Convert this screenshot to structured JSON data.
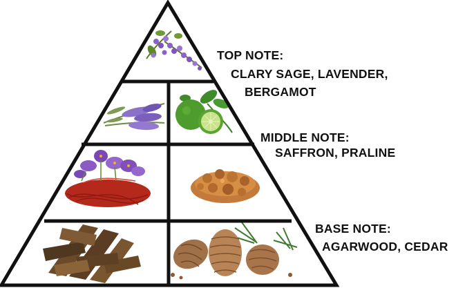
{
  "pyramid": {
    "tiers": [
      {
        "heading": "TOP NOTE:",
        "lines": [
          "CLARY SAGE, LAVENDER,",
          "BERGAMOT"
        ],
        "images": [
          "clary-sage-sprig"
        ]
      },
      {
        "heading": "MIDDLE NOTE:",
        "lines": [
          "SAFFRON, PRALINE"
        ],
        "images": [
          "lavender-sprig",
          "bergamot-fruit"
        ]
      },
      {
        "heading": "",
        "lines": [],
        "images": [
          "saffron-crocus-threads",
          "praline-cookie"
        ]
      },
      {
        "heading": "BASE NOTE:",
        "lines": [
          "AGARWOOD, CEDAR"
        ],
        "images": [
          "agarwood-chips",
          "cedar-pine-cones"
        ]
      }
    ]
  },
  "colors": {
    "outline": "#111111",
    "background": "#ffffff",
    "text": "#111111"
  }
}
